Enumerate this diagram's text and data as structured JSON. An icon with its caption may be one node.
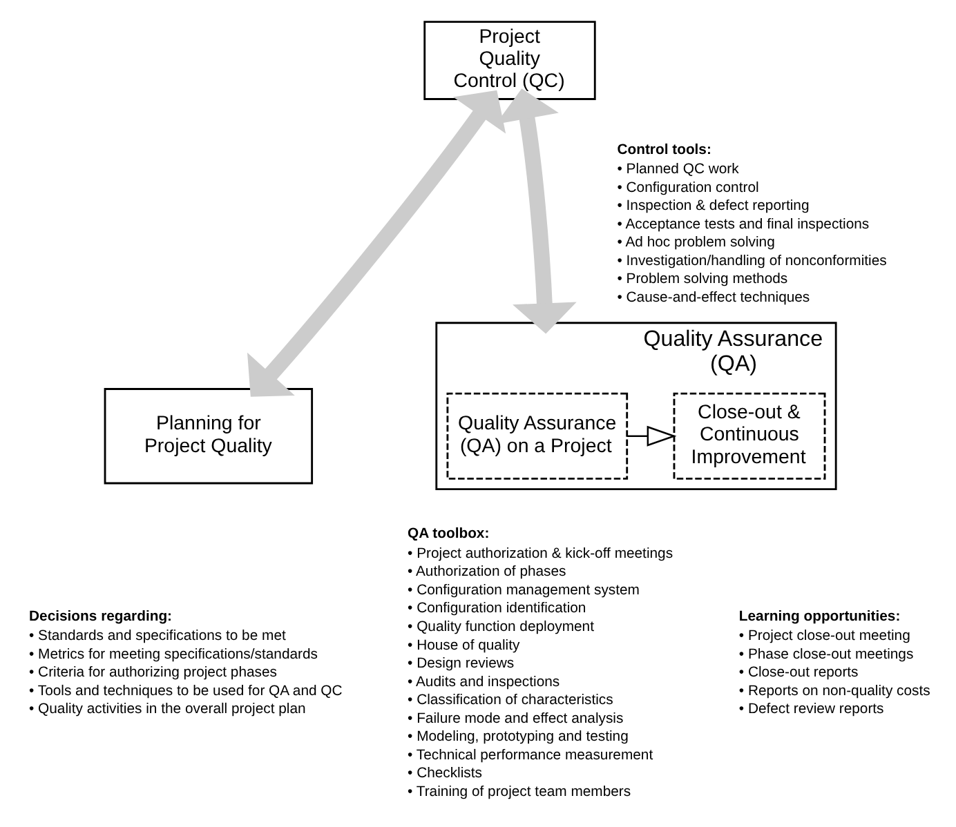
{
  "diagram": {
    "nodes": [
      {
        "text": [
          "Project Quality Control (QC)"
        ],
        "beside": [
          "Control tools:",
          "• Planned QC work",
          "• Configuration control",
          "• Inspection & defect reporting",
          "• Acceptance tests and final inspections",
          "• Ad hoc problem solving",
          "• Investigation/handling of nonconformities",
          "• Problem solving methods",
          "• Cause-and-effect techniques"
        ]
      },
      {
        "text": [
          "Planning for Project Quality"
        ],
        "beside": [
          "Decisions regarding:",
          "• Standards and specifications to be met",
          "• Metrics for meeting specifications/standards",
          "• Criteria for authorizing project phases",
          "• Tools and techniques to be used for QA and QC",
          "• Quality activities in the overall project plan"
        ]
      },
      {
        "text": [
          "Quality Assurance (QA)"
        ]
      },
      {
        "text": [
          "Quality Assurance (QA) on a Project"
        ],
        "in": 2,
        "beside": [
          "QA toolbox:",
          "• Project authorization & kick-off meetings",
          "• Authorization of phases",
          "• Configuration management system",
          "• Configuration identification",
          "• Quality function deployment",
          "• House of quality",
          "• Design reviews",
          "• Audits and inspections",
          "• Classification of characteristics",
          "• Failure mode and effect analysis",
          "• Modeling, prototyping and testing",
          "• Technical performance measurement",
          "• Checklists",
          "• Training of project team members"
        ]
      },
      {
        "text": [
          "Close-out & Continuous Improvement"
        ],
        "in": 2,
        "beside": [
          "Learning opportunities:",
          "• Project close-out meeting",
          "• Phase close-out meetings",
          "• Close-out reports",
          "• Reports on non-quality costs",
          "• Defect review reports"
        ]
      }
    ],
    "edges": [
      {
        "from": 1,
        "to": 0,
        "arrow": "both"
      },
      {
        "from": 0,
        "to": 2,
        "arrow": "both"
      },
      {
        "from": 3,
        "to": 4,
        "arrow": "to",
        "color": "#000000"
      }
    ]
  }
}
